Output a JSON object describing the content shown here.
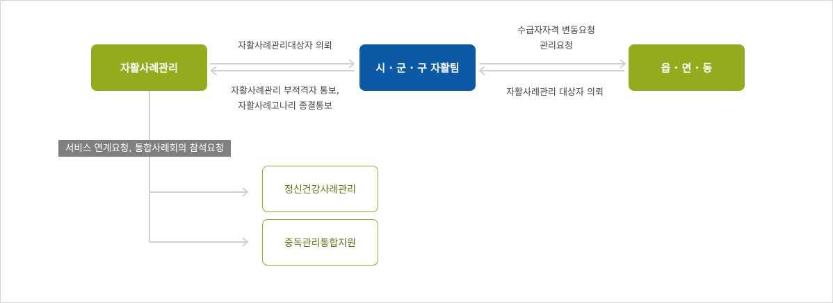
{
  "nodes": {
    "self_case": "자활사례관리",
    "city_team": "시 · 군 · 구 자활팀",
    "town": "읍 · 면 · 동",
    "mental_health": "정신건강사례관리",
    "addiction": "중독관리통합지원"
  },
  "edges": {
    "self_to_city": "자활사례관리대상자 의뢰",
    "city_to_self_line1": "자활사례관리 부적격자 통보,",
    "city_to_self_line2": "자활사례고나리 종결통보",
    "city_to_town_line1": "수급자자격 변동요청",
    "city_to_town_line2": "관리요청",
    "town_to_city": "자활사례관리 대상자 의뢰"
  },
  "service_tag": "서비스 연계요청, 통합사례회의 참석요청",
  "colors": {
    "green": "#93ab1c",
    "blue": "#0c5aa6",
    "arrow": "#d0d0d0",
    "tag_bg": "#808080"
  }
}
